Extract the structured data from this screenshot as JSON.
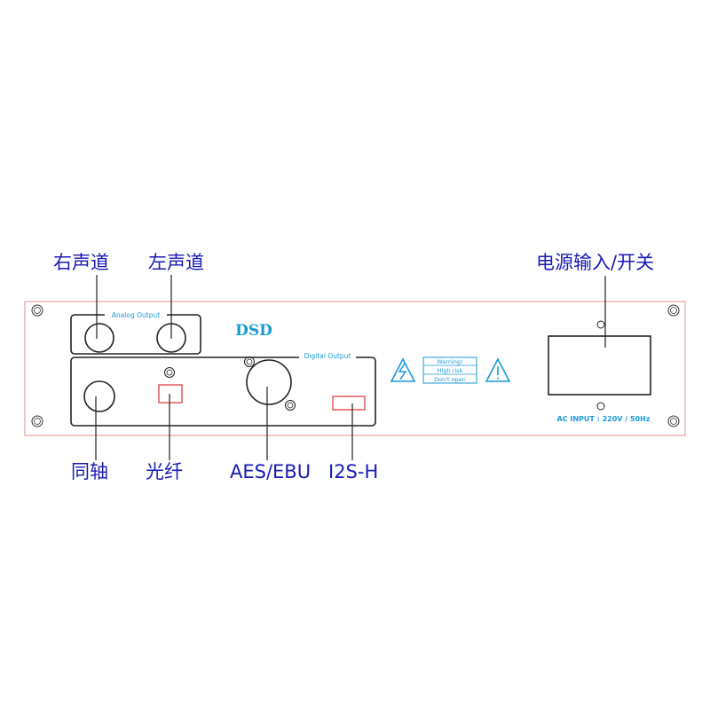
{
  "callouts": {
    "right_channel": "右声道",
    "left_channel": "左声道",
    "power_input_switch": "电源输入/开关",
    "coaxial": "同轴",
    "optical": "光纤",
    "aes_ebu": "AES/EBU",
    "i2s_h": "I2S-H"
  },
  "panel": {
    "analog_output_label": "Analog Output",
    "digital_output_label": "Digital Output",
    "logo": "DSD",
    "warning": {
      "line1": "Warning!",
      "line2": "High risk",
      "line3": "Don't open"
    },
    "ac_input_label": "AC INPUT : 220V / 50Hz"
  },
  "colors": {
    "callout_text": "#1a1ab4",
    "panel_outline": "#e8a0a0",
    "component_outline": "#222222",
    "port_highlight": "#e05050",
    "accent_cyan": "#1a9ad6",
    "leader_line": "#222222"
  }
}
